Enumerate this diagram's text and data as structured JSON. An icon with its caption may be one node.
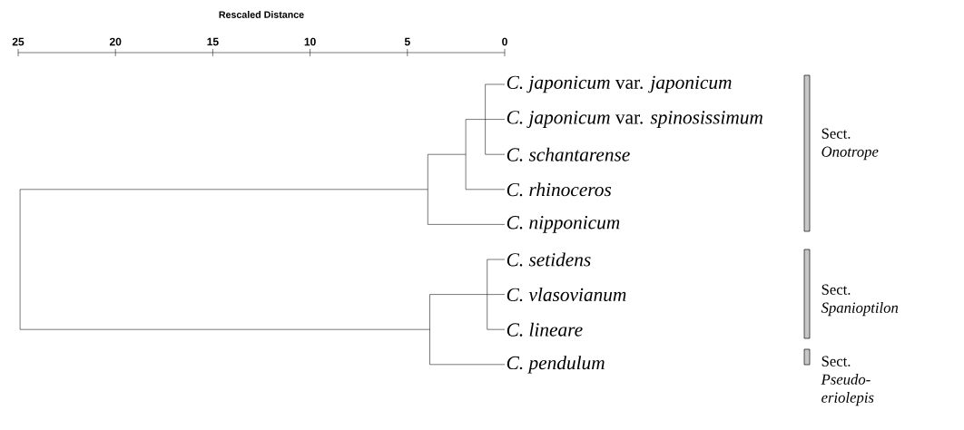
{
  "diagram": {
    "nodes": [
      {
        "text": [
          "*C. japonicum* var. *japonicum*"
        ]
      },
      {
        "text": [
          "*C. japonicum* var. *spinosissimum*"
        ]
      },
      {
        "text": [
          "C. schantarense"
        ]
      },
      {
        "text": [
          "C. rhinoceros"
        ]
      },
      {
        "text": [
          "C. nipponicum"
        ]
      },
      {
        "text": [
          "C. setidens"
        ]
      },
      {
        "text": [
          "C. vlasovianum"
        ]
      },
      {
        "text": [
          "C. lineare"
        ]
      },
      {
        "text": [
          "C. pendulum"
        ]
      }
    ],
    "labels": [
      "Rescaled Distance",
      "25",
      "20",
      "15",
      "10",
      "5",
      "0",
      "Sect. *Onotrope*",
      "Sect. *Spanioptilon*",
      "Sect. *Pseudo-eriolepis*"
    ]
  }
}
